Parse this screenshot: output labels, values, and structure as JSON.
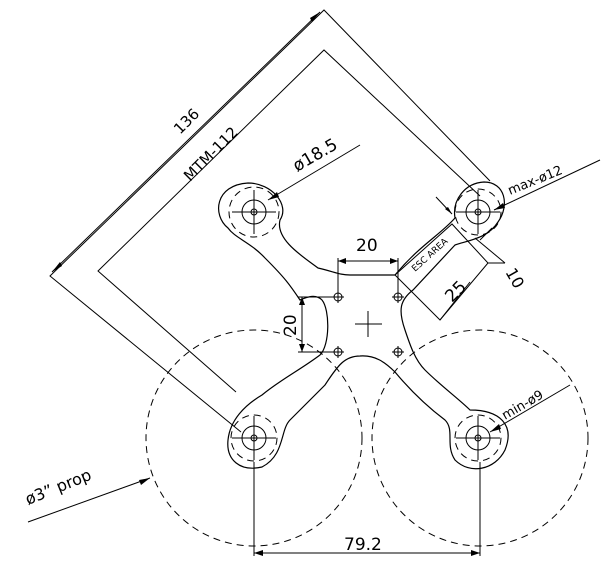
{
  "drawing": {
    "labels": {
      "overall": "136",
      "model": "MTM-112",
      "hub_diameter": "ø18.5",
      "max_hole": "max-ø12",
      "center_x": "20",
      "center_y": "20",
      "esc_area": "ESC AREA",
      "esc_width": "10",
      "esc_length": "25",
      "min_hole": "min-ø9",
      "prop": "ø3” prop",
      "spacing": "79.2"
    }
  }
}
